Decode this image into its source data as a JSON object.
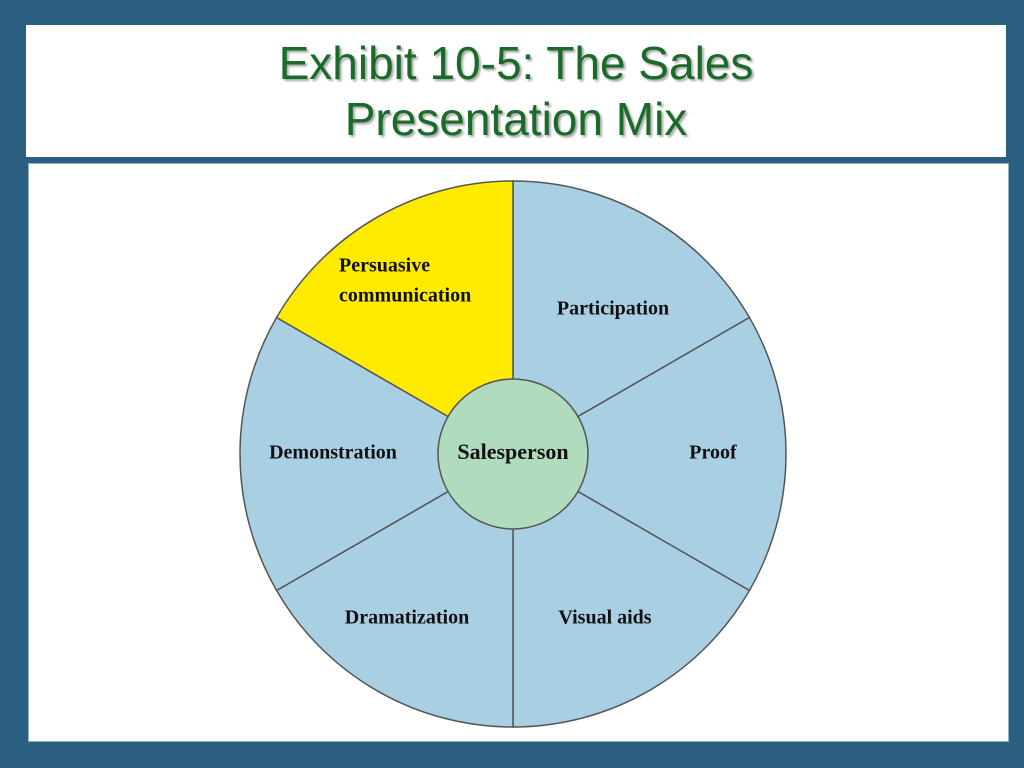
{
  "title": {
    "line1": "Exhibit 10-5: The Sales",
    "line2": "Presentation Mix"
  },
  "diagram": {
    "center_label": "Salesperson",
    "segments": [
      {
        "label_lines": [
          "Participation"
        ],
        "color": "#a9cfe3"
      },
      {
        "label_lines": [
          "Proof"
        ],
        "color": "#a9cfe3"
      },
      {
        "label_lines": [
          "Visual aids"
        ],
        "color": "#a9cfe3"
      },
      {
        "label_lines": [
          "Dramatization"
        ],
        "color": "#a9cfe3"
      },
      {
        "label_lines": [
          "Demonstration"
        ],
        "color": "#a9cfe3"
      },
      {
        "label_lines": [
          "Persuasive",
          "communication"
        ],
        "color": "#ffeb00"
      }
    ],
    "colors": {
      "hub": "#b0dcbd",
      "outline": "#555555",
      "title_text": "#1a6b2a",
      "frame": "#2a5f80"
    }
  }
}
